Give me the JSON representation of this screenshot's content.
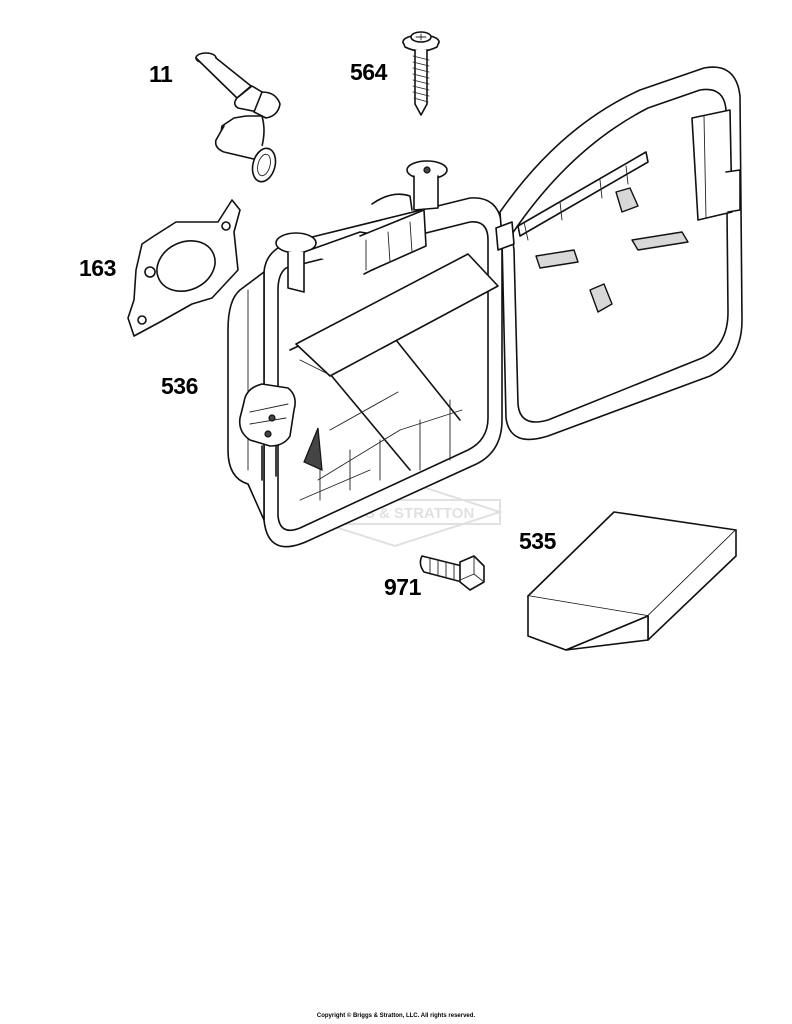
{
  "diagram": {
    "labels": {
      "p11": "11",
      "p564": "564",
      "p163": "163",
      "p536": "536",
      "p535": "535",
      "p971": "971"
    },
    "watermark": "BRIGGS & STRATTON",
    "copyright": "Copyright © Briggs & Stratton, LLC. All rights reserved."
  }
}
